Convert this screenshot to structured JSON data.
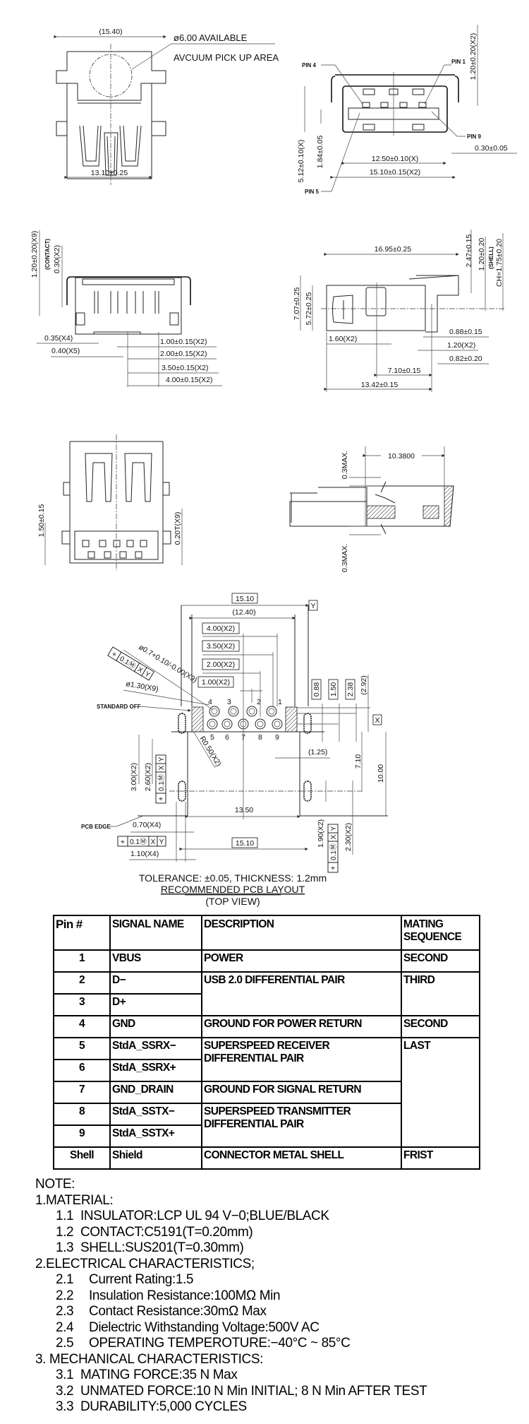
{
  "views": {
    "front": {
      "overall_width": "(15.40)",
      "pickup_line1": "ø6.00 AVAILABLE",
      "pickup_line2": "AVCUUM PICK UP AREA",
      "bottom_width": "13.10±0.25"
    },
    "rear": {
      "pin4": "PIN 4",
      "pin1": "PIN 1",
      "pin9": "PIN 9",
      "pin5": "PIN 5",
      "tab_height": "1.20±0.20(X2)",
      "shell_thickness": "0.30±0.05",
      "inner_width": "12.50±0.10(X)",
      "outer_width": "15.10±0.15(X2)",
      "tongue_height": "1.84±0.05",
      "port_height": "5.12±0.10(X)"
    },
    "contact_side": {
      "contact_height": "1.20±0.20(X9)",
      "contact_note": "(CONTACT)",
      "offset": "0.30(X2)",
      "width_a": "0.35(X4)",
      "width_b": "0.40(X5)",
      "pitch_1": "1.00±0.15(X2)",
      "pitch_2": "2.00±0.15(X2)",
      "pitch_3": "3.50±0.15(X2)",
      "pitch_4": "4.00±0.15(X2)"
    },
    "side": {
      "length": "16.95±0.25",
      "height_total": "7.07±0.25",
      "height_body": "5.72±0.25",
      "above_board": "2.47±0.15",
      "shell_tab": "1.20±0.20",
      "shell_note": "(SHELL)",
      "ch": "CH=1.75±0.20",
      "peg": "1.60(X2)",
      "d1": "0.88±0.15",
      "d2": "1.20(X2)",
      "d3": "0.82±0.20",
      "d4": "7.10±0.15",
      "d5": "13.42±0.15"
    },
    "bottom": {
      "row_offset": "1.50±0.15",
      "tail": "0.20T(X9)"
    },
    "section": {
      "depth": "10.3800",
      "max_top": "0.3MAX.",
      "max_bottom": "0.3MAX."
    }
  },
  "pcb": {
    "outer_width": "15.10",
    "datum_y": "Y",
    "datum_x": "X",
    "ref_width": "(12.40)",
    "pitch_4": "4.00(X2)",
    "pitch_3": "3.50(X2)",
    "pitch_2": "2.00(X2)",
    "pitch_1": "1.00(X2)",
    "hole_dia": "ø0.7+0.10/-0.00(X9)",
    "pad_dia": "ø1.30(X9)",
    "standoff": "STANDARD OFF",
    "pins_top": [
      "4",
      "3",
      "2",
      "1"
    ],
    "pins_bottom": [
      "5",
      "6",
      "7",
      "8",
      "9"
    ],
    "radius": "R0.50(X2)",
    "row_1": "0.88",
    "row_2": "1.50",
    "row_3": "2.38",
    "row_4": "(2.92)",
    "offset": "(1.25)",
    "span_a": "7.10",
    "span_b": "10.00",
    "slot_a": "3.00(X2)",
    "slot_b": "2.60(X2)",
    "inner_width": "13.50",
    "pcb_edge": "PCB EDGE",
    "slot_w1": "0.70(X4)",
    "slot_w2": "1.10(X4)",
    "slot_h1": "1.90(X2)",
    "slot_h2": "2.30(X2)",
    "gdt": {
      "symbol": "⌖",
      "tolerance": "0.1Ⓜ",
      "datum1": "X",
      "datum2": "Y"
    },
    "tolerance": "TOLERANCE: ±0.05, THICKNESS: 1.2mm",
    "title": "RECOMMENDED PCB LAYOUT",
    "view": "(TOP VIEW)"
  },
  "pin_table": {
    "headers": [
      "Pin #",
      "SIGNAL NAME",
      "DESCRIPTION",
      "MATING SEQUENCE"
    ],
    "rows": [
      {
        "pin": "1",
        "signal": "VBUS",
        "description": "POWER",
        "mating": "SECOND"
      },
      {
        "pin": "2",
        "signal": "D−",
        "description": "USB 2.0 DIFFERENTIAL PAIR",
        "mating": "THIRD"
      },
      {
        "pin": "3",
        "signal": "D+"
      },
      {
        "pin": "4",
        "signal": "GND",
        "description": "GROUND FOR POWER RETURN",
        "mating": "SECOND"
      },
      {
        "pin": "5",
        "signal": "StdA_SSRX−",
        "description": "SUPERSPEED RECEIVER DIFFERENTIAL PAIR",
        "mating": "LAST"
      },
      {
        "pin": "6",
        "signal": "StdA_SSRX+"
      },
      {
        "pin": "7",
        "signal": "GND_DRAIN",
        "description": "GROUND FOR SIGNAL RETURN"
      },
      {
        "pin": "8",
        "signal": "StdA_SSTX−",
        "description": "SUPERSPEED TRANSMITTER DIFFERENTIAL PAIR"
      },
      {
        "pin": "9",
        "signal": "StdA_SSTX+"
      },
      {
        "pin": "Shell",
        "signal": "Shield",
        "description": "CONNECTOR METAL SHELL",
        "mating": "FRIST"
      }
    ]
  },
  "notes": {
    "title": "NOTE:",
    "sections": [
      {
        "heading": "1.MATERIAL:",
        "items": [
          {
            "n": "1.1",
            "text": "INSULATOR:LCP  UL  94  V−0;BLUE/BLACK"
          },
          {
            "n": "1.2",
            "text": "CONTACT:C5191(T=0.20mm)"
          },
          {
            "n": "1.3",
            "text": "SHELL:SUS201(T=0.30mm)"
          }
        ]
      },
      {
        "heading": "2.ELECTRICAL  CHARACTERISTICS;",
        "items": [
          {
            "n": "2.1",
            "text": "Current  Rating:1.5"
          },
          {
            "n": "2.2",
            "text": "Insulation  Resistance:100MΩ  Min"
          },
          {
            "n": "2.3",
            "text": "Contact  Resistance:30mΩ  Max"
          },
          {
            "n": "2.4",
            "text": "Dielectric  Withstanding  Voltage:500V  AC"
          },
          {
            "n": "2.5",
            "text": "OPERATING  TEMPEROTURE:−40°C  ~  85°C"
          }
        ]
      },
      {
        "heading": "3.  MECHANICAL  CHARACTERISTICS:",
        "items": [
          {
            "n": "3.1",
            "text": "MATING  FORCE:35  N  Max"
          },
          {
            "n": "3.2",
            "text": "UNMATED  FORCE:10  N  Min  INITIAL;  8  N  Min  AFTER  TEST"
          },
          {
            "n": "3.3",
            "text": "DURABILITY:5,000  CYCLES"
          }
        ]
      }
    ]
  }
}
